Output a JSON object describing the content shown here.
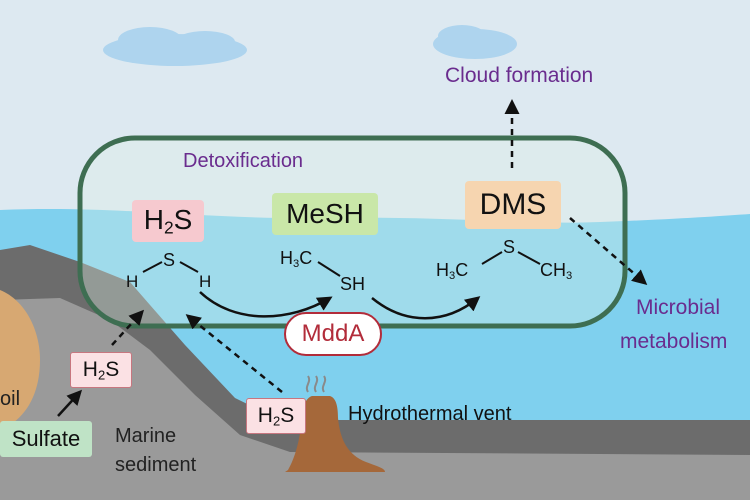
{
  "labels": {
    "cloud_formation": "Cloud formation",
    "detoxification": "Detoxification",
    "microbial": "Microbial",
    "metabolism": "metabolism",
    "hydrothermal_vent": "Hydrothermal vent",
    "marine": "Marine",
    "sediment": "sediment",
    "soil": "oil",
    "sulfate": "Sulfate",
    "enzyme": "MddA"
  },
  "compounds": {
    "h2s_main": "H2S",
    "mesh": "MeSH",
    "dms": "DMS",
    "h2s_soil": "H2S",
    "h2s_vent": "H2S"
  },
  "colors": {
    "sky": "#dde9f1",
    "sea": "#7fd0ee",
    "rock": "#6c6c6c",
    "sediment": "#9a9a9a",
    "soil": "#d7a872",
    "vent": "#a5683a",
    "container_border": "#3e6e52",
    "h2s_bg": "#f6c9cf",
    "mesh_bg": "#c9e7a8",
    "dms_bg": "#f6d5b0",
    "sulfate_bg": "#bfe3c6",
    "enzyme_border": "#b22c3a",
    "enzyme_text": "#b22c3a",
    "label_purple": "#6a2c8e"
  }
}
